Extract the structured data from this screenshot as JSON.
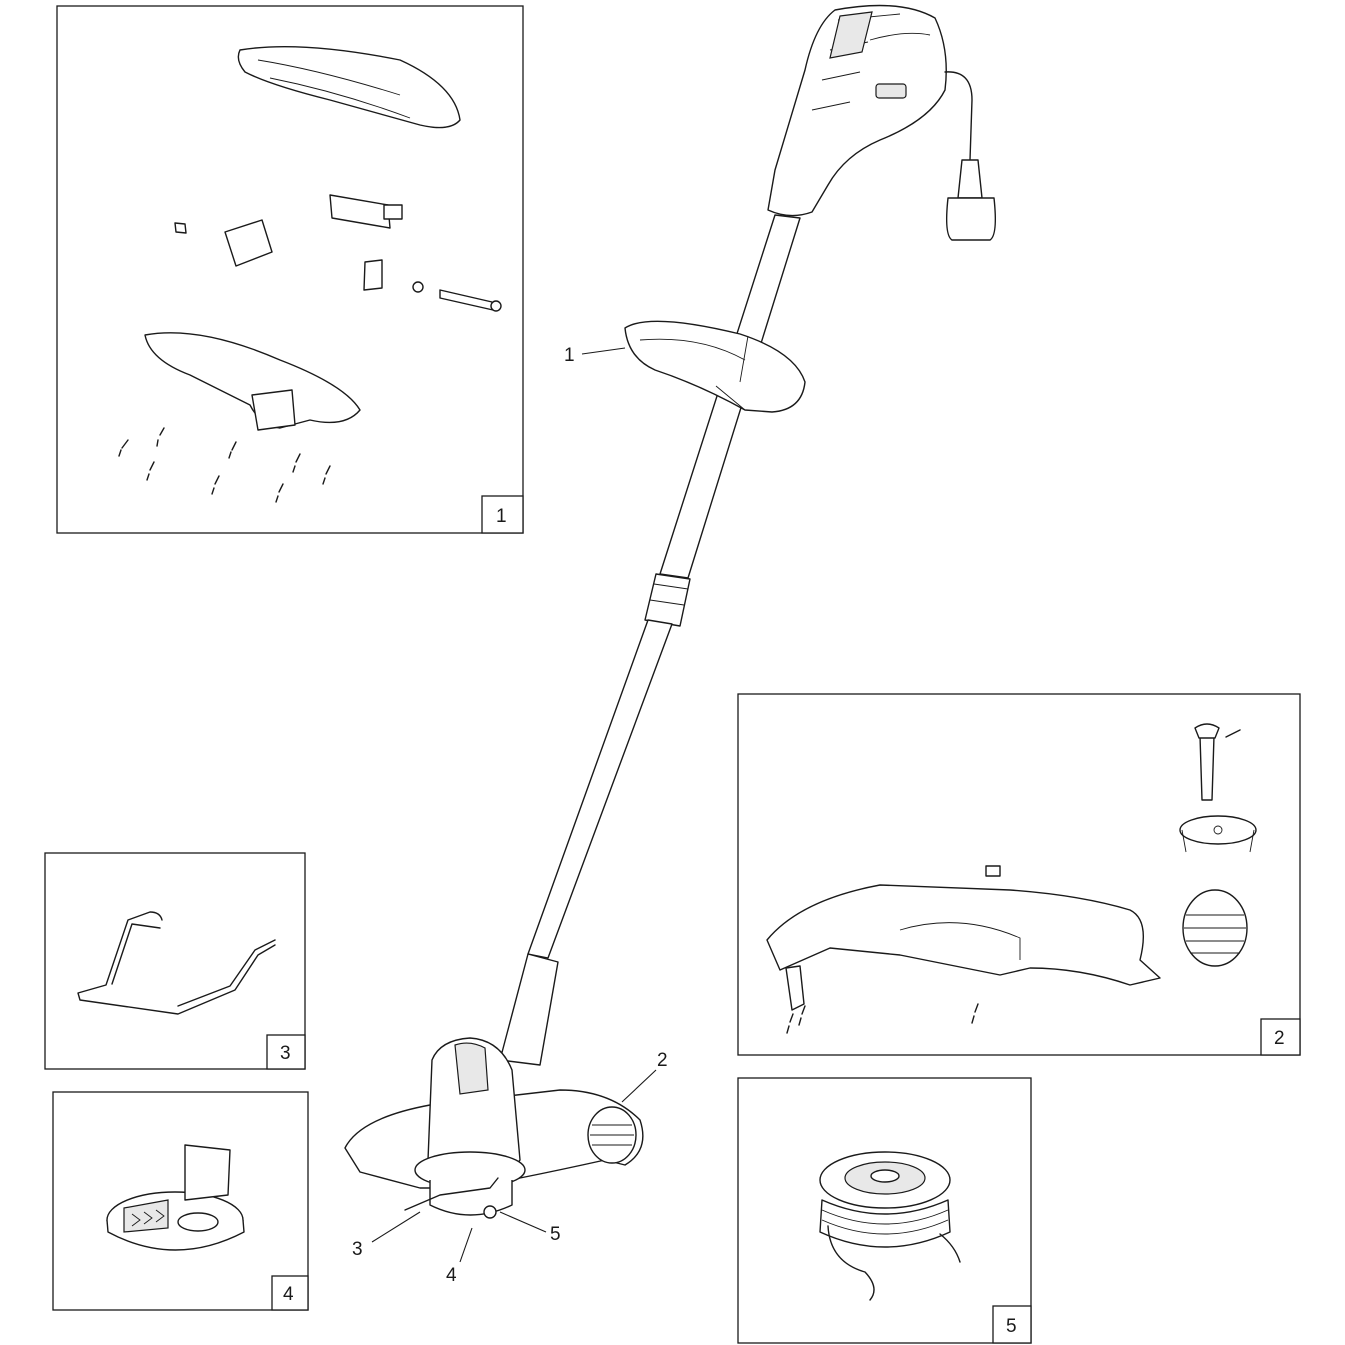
{
  "callouts": [
    "1",
    "2",
    "3",
    "4",
    "5"
  ],
  "panels": [
    {
      "id": "handle-assembly",
      "tag": "1"
    },
    {
      "id": "guard-assembly",
      "tag": "2"
    },
    {
      "id": "edge-guide",
      "tag": "3"
    },
    {
      "id": "spool-cover",
      "tag": "4"
    },
    {
      "id": "spool-with-line",
      "tag": "5"
    }
  ]
}
